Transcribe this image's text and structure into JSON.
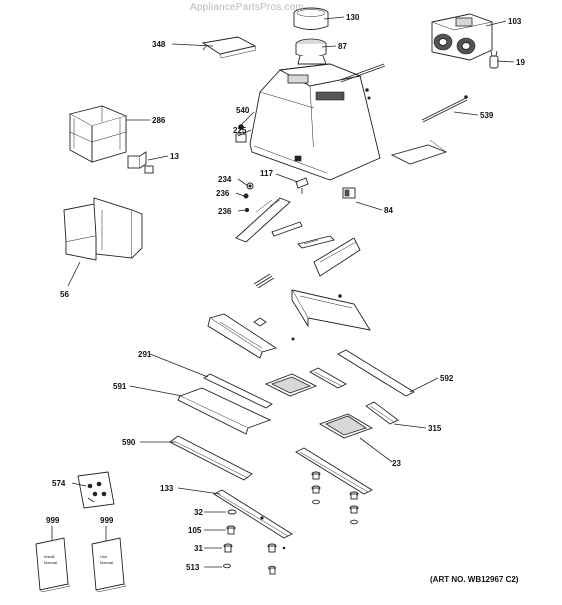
{
  "watermark": "AppliancePartsPros.com",
  "art_number": "(ART NO. WB12967 C2)",
  "manual_cover_text": [
    "Install",
    "Manual",
    "Use",
    "Manual"
  ],
  "callouts": [
    {
      "id": "callout-130",
      "label": "130"
    },
    {
      "id": "callout-87",
      "label": "87"
    },
    {
      "id": "callout-103",
      "label": "103"
    },
    {
      "id": "callout-19",
      "label": "19"
    },
    {
      "id": "callout-348",
      "label": "348"
    },
    {
      "id": "callout-540",
      "label": "540"
    },
    {
      "id": "callout-225",
      "label": "225"
    },
    {
      "id": "callout-286",
      "label": "286"
    },
    {
      "id": "callout-539",
      "label": "539"
    },
    {
      "id": "callout-13",
      "label": "13"
    },
    {
      "id": "callout-117",
      "label": "117"
    },
    {
      "id": "callout-234",
      "label": "234"
    },
    {
      "id": "callout-236a",
      "label": "236"
    },
    {
      "id": "callout-236b",
      "label": "236"
    },
    {
      "id": "callout-84",
      "label": "84"
    },
    {
      "id": "callout-56",
      "label": "56"
    },
    {
      "id": "callout-291",
      "label": "291"
    },
    {
      "id": "callout-592",
      "label": "592"
    },
    {
      "id": "callout-591",
      "label": "591"
    },
    {
      "id": "callout-315",
      "label": "315"
    },
    {
      "id": "callout-590",
      "label": "590"
    },
    {
      "id": "callout-23",
      "label": "23"
    },
    {
      "id": "callout-574",
      "label": "574"
    },
    {
      "id": "callout-133",
      "label": "133"
    },
    {
      "id": "callout-999a",
      "label": "999"
    },
    {
      "id": "callout-999b",
      "label": "999"
    },
    {
      "id": "callout-32",
      "label": "32"
    },
    {
      "id": "callout-105",
      "label": "105"
    },
    {
      "id": "callout-31",
      "label": "31"
    },
    {
      "id": "callout-513",
      "label": "513"
    }
  ]
}
